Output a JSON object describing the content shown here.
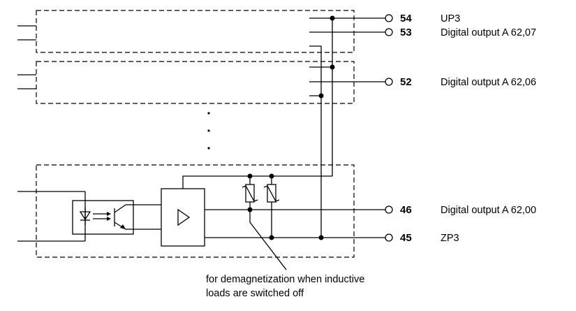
{
  "terminals": [
    {
      "pin": "54",
      "label": "UP3"
    },
    {
      "pin": "53",
      "label": "Digital output A 62,07"
    },
    {
      "pin": "52",
      "label": "Digital output A 62,06"
    },
    {
      "pin": "46",
      "label": "Digital output A 62,00"
    },
    {
      "pin": "45",
      "label": "ZP3"
    }
  ],
  "note": {
    "line1": "for demagnetization when inductive",
    "line2": "loads are switched off"
  }
}
